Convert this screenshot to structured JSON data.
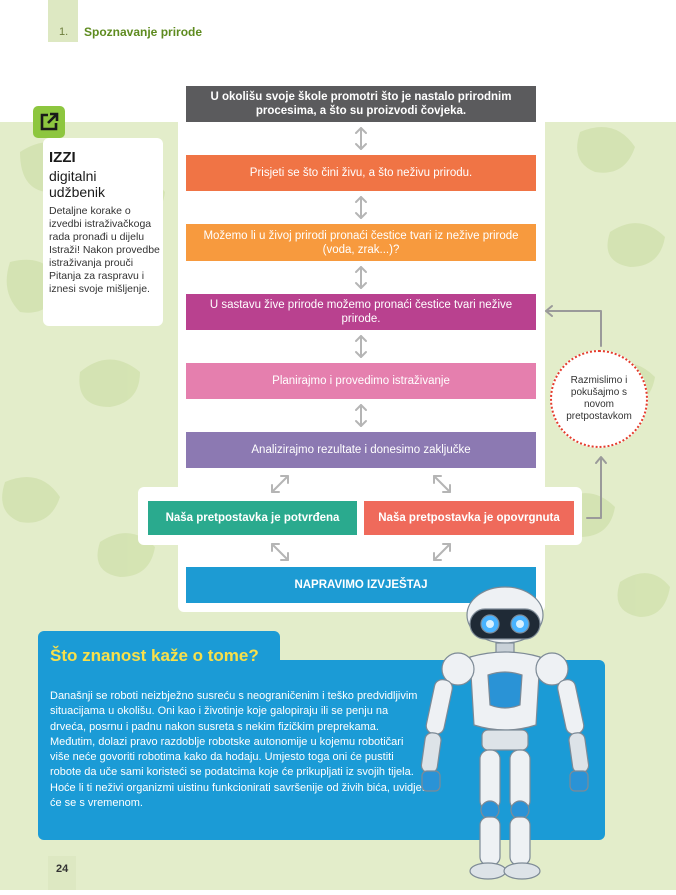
{
  "header": {
    "chapter_number": "1.",
    "chapter_title": "Spoznavanje prirode"
  },
  "izzi": {
    "title": "IZZI",
    "subtitle": "digitalni udžbenik",
    "body": "Detaljne korake o izvedbi istraživačkoga rada pronađi u dijelu Istraži! Nakon provedbe istraživanja prouči Pitanja za raspravu i iznesi svoje mišljenje."
  },
  "flow": {
    "step1": "U okolišu svoje škole promotri što je nastalo prirodnim procesima, a što su proizvodi čovjeka.",
    "step2": "Prisjeti se što čini živu, a što neživu prirodu.",
    "step3": "Možemo li u živoj prirodi pronaći čestice tvari iz nežive prirode (voda, zrak...)?",
    "step4": "U sastavu žive prirode možemo pronaći čestice tvari nežive prirode.",
    "step5": "Planirajmo i provedimo istraživanje",
    "step6": "Analizirajmo rezultate i donesimo zaključke",
    "confirmed": "Naša pretpostavka je potvrđena",
    "refuted": "Naša pretpostavka je opovrgnuta",
    "report": "NAPRAVIMO IZVJEŠTAJ",
    "rethink": "Razmislimo i pokušajmo s novom pretpostavkom"
  },
  "science": {
    "title": "Što znanost kaže o tome?",
    "text": "Današnji se roboti neizbježno susreću s neograničenim i teško predvidljivim situacijama u okolišu. Oni kao i životinje koje galopiraju ili se penju na drveća, posrnu i padnu nakon susreta s nekim fizičkim preprekama. Međutim, dolazi pravo razdoblje robotske autonomije u kojemu robotičari više neće govoriti robotima kako da hodaju. Umjesto toga oni će pustiti robote da uče sami koristeći se podatcima koje će prikupljati iz svojih tijela. Hoće li ti neživi organizmi uistinu funkcionirati savršenije od živih bića, uvidjet će se s vremenom."
  },
  "page_number": "24",
  "colors": {
    "accent_green": "#5e8b1f",
    "science_blue": "#1b9bd6",
    "science_title_yellow": "#f8e04a",
    "confirmed_teal": "#2aaa8e",
    "refuted_coral": "#ef6a5b"
  },
  "icons": {
    "izzi": "external-link-icon",
    "robot": "robot-illustration"
  }
}
